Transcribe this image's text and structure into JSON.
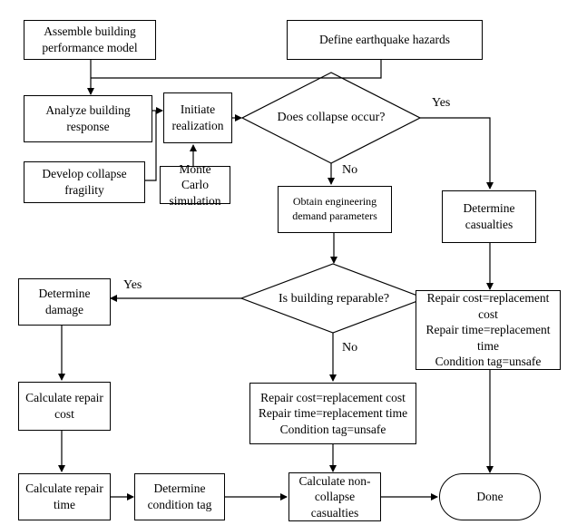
{
  "nodes": {
    "assemble": [
      "Assemble building",
      "performance model"
    ],
    "define": "Define earthquake hazards",
    "analyze": [
      "Analyze building",
      "response"
    ],
    "initiate": [
      "Initiate",
      "realization"
    ],
    "collapse_q": "Does collapse occur?",
    "develop": [
      "Develop collapse",
      "fragility"
    ],
    "monte": [
      "Monte Carlo",
      "simulation"
    ],
    "edp": [
      "Obtain engineering",
      "demand parameters"
    ],
    "casualties": [
      "Determine",
      "casualties"
    ],
    "reparable_q": "Is building reparable?",
    "damage": [
      "Determine",
      "damage"
    ],
    "collapse_result": [
      "Repair cost=replacement",
      "cost",
      "Repair time=replacement",
      "time",
      "Condition tag=unsafe"
    ],
    "repair_cost": [
      "Calculate repair",
      "cost"
    ],
    "irreparable_result": [
      "Repair cost=replacement cost",
      "Repair time=replacement time",
      "Condition tag=unsafe"
    ],
    "repair_time": [
      "Calculate repair",
      "time"
    ],
    "condition": [
      "Determine",
      "condition tag"
    ],
    "noncollapse": [
      "Calculate non-",
      "collapse",
      "casualties"
    ],
    "done": "Done"
  },
  "labels": {
    "yes1": "Yes",
    "no1": "No",
    "yes2": "Yes",
    "no2": "No"
  }
}
